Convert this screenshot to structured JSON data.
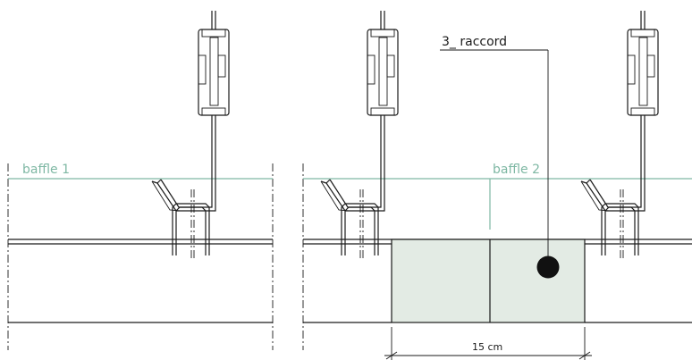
{
  "labels": {
    "baffle_left": "baffle 1",
    "baffle_right": "baffle 2",
    "connector": "3_ raccord",
    "dimension": "15 cm"
  },
  "colors": {
    "line": "#1a1a1a",
    "baffle_line": "#7fb8a4",
    "panel_fill": "#e3ebe4",
    "connector_dot": "#111111"
  }
}
